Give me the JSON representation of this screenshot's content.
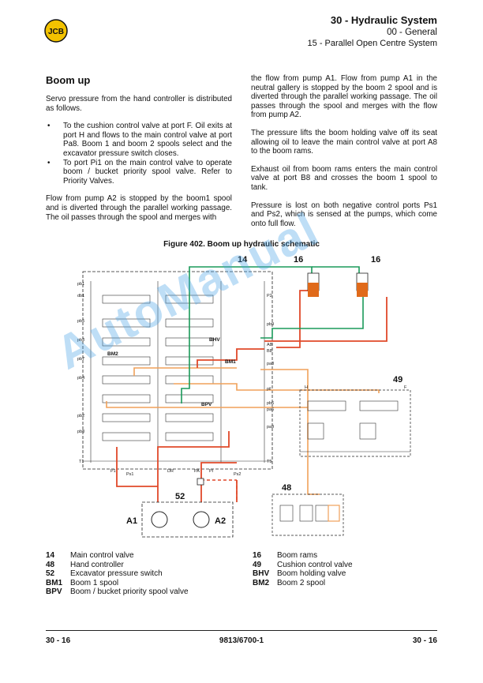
{
  "header": {
    "logo_text": "JCB",
    "title": "30 - Hydraulic System",
    "section": "00 - General",
    "subsection": "15 - Parallel Open Centre System"
  },
  "content": {
    "heading": "Boom up",
    "intro": "Servo pressure from the hand controller is distributed as follows.",
    "bullets": [
      "To the cushion control valve at port F. Oil exits at port H and flows to the main control valve at port Pa8. Boom 1 and boom 2 spools select and the excavator pressure switch closes.",
      "To port Pi1 on the main control valve to operate boom / bucket priority spool valve. Refer to Priority Valves."
    ],
    "para_left": "Flow from pump A2 is stopped by the boom1 spool and is diverted through the parallel working passage. The oil passes through the spool and merges with",
    "para_r1": "the flow from pump A1. Flow from pump A1 in the neutral gallery is stopped by the boom 2 spool and is diverted through the parallel working passage. The oil passes through the spool and merges with the flow from pump A2.",
    "para_r2": "The pressure lifts the boom holding valve off its seat allowing oil to leave the main control valve at port A8 to the boom rams.",
    "para_r3": "Exhaust oil from boom rams enters the main control valve at port B8 and crosses the boom 1 spool to tank.",
    "para_r4": "Pressure is lost on both negative control ports Ps1 and Ps2, which is sensed at the pumps, which come onto full flow."
  },
  "figure": {
    "caption": "Figure 402. Boom up hydraulic schematic",
    "callouts": {
      "main": "14",
      "ram1": "16",
      "ram2": "16",
      "cushion": "49",
      "hand": "48",
      "switch": "52",
      "pumpA1": "A1",
      "pumpA2": "A2"
    },
    "labels": {
      "bm1": "BM1",
      "bm2": "BM2",
      "bpv": "BPV",
      "bhv": "BHV",
      "a8": "A8",
      "b8": "B8",
      "t5": "T5",
      "t1": "T1",
      "p2": "P2",
      "p1": "P1",
      "pa": "PA",
      "pi": "PI",
      "pil": "pil",
      "dr": "DR",
      "ps1": "Ps1",
      "ps2": "Ps2",
      "pb1": "pb1",
      "db1": "db1",
      "pb9": "pb9",
      "pb5": "pb5",
      "pb8": "pb8",
      "pb3": "pb3",
      "pb2": "pb2",
      "pa8": "pa8",
      "pb7": "pb7",
      "pb4": "pb4",
      "pb6": "pb6",
      "pa6": "pa6",
      "pa9": "pa9",
      "h": "H",
      "f": "F"
    },
    "colors": {
      "pressure": "#e0492a",
      "servo": "#f0a15a",
      "return": "#1a9a5a",
      "rams": "#e06a1a",
      "lines": "#222222"
    },
    "watermark": "AutoManual"
  },
  "legend": {
    "left": [
      {
        "key": "14",
        "label": "Main control valve"
      },
      {
        "key": "48",
        "label": "Hand controller"
      },
      {
        "key": "52",
        "label": "Excavator pressure switch"
      },
      {
        "key": "BM1",
        "label": "Boom 1 spool"
      },
      {
        "key": "BPV",
        "label": "Boom / bucket priority spool valve"
      }
    ],
    "right": [
      {
        "key": "16",
        "label": "Boom rams"
      },
      {
        "key": "49",
        "label": "Cushion control valve"
      },
      {
        "key": "BHV",
        "label": "Boom holding valve"
      },
      {
        "key": "BM2",
        "label": "Boom 2 spool"
      }
    ]
  },
  "footer": {
    "left": "30 - 16",
    "center": "9813/6700-1",
    "right": "30 - 16"
  }
}
